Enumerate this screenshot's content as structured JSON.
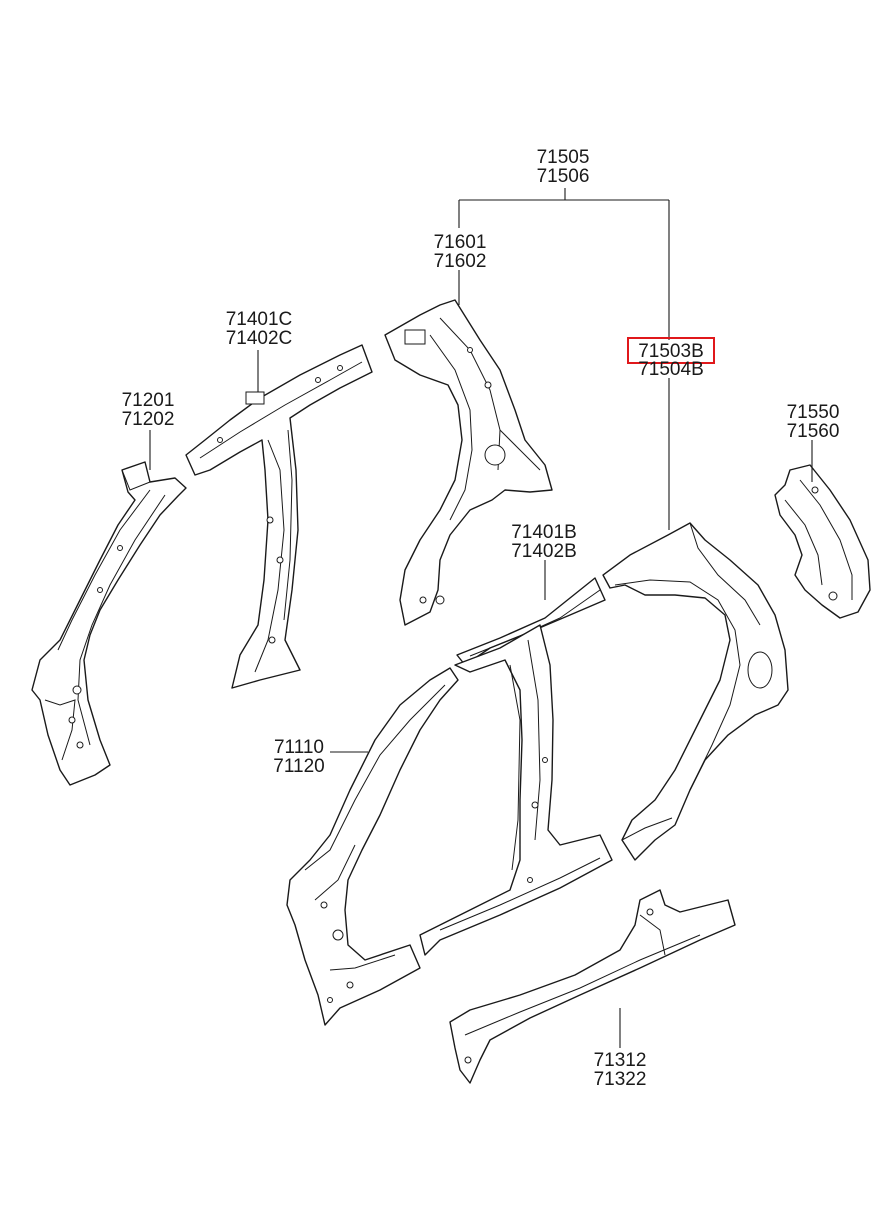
{
  "labels": {
    "assembly_a": "71505",
    "assembly_b": "71506",
    "quarter_inner_a": "71601",
    "quarter_inner_b": "71602",
    "roof_rail_center_a": "71401C",
    "roof_rail_center_b": "71402C",
    "quarter_outer_a": "71503B",
    "quarter_outer_b": "71504B",
    "front_pillar_inner_a": "71201",
    "front_pillar_inner_b": "71202",
    "tail_extension_a": "71550",
    "tail_extension_b": "71560",
    "roof_rail_outer_a": "71401B",
    "roof_rail_outer_b": "71402B",
    "front_pillar_outer_a": "71110",
    "front_pillar_outer_b": "71120",
    "side_sill_a": "71312",
    "side_sill_b": "71322"
  },
  "highlight": {
    "color": "#e0181b",
    "target": "quarter_outer_a"
  }
}
